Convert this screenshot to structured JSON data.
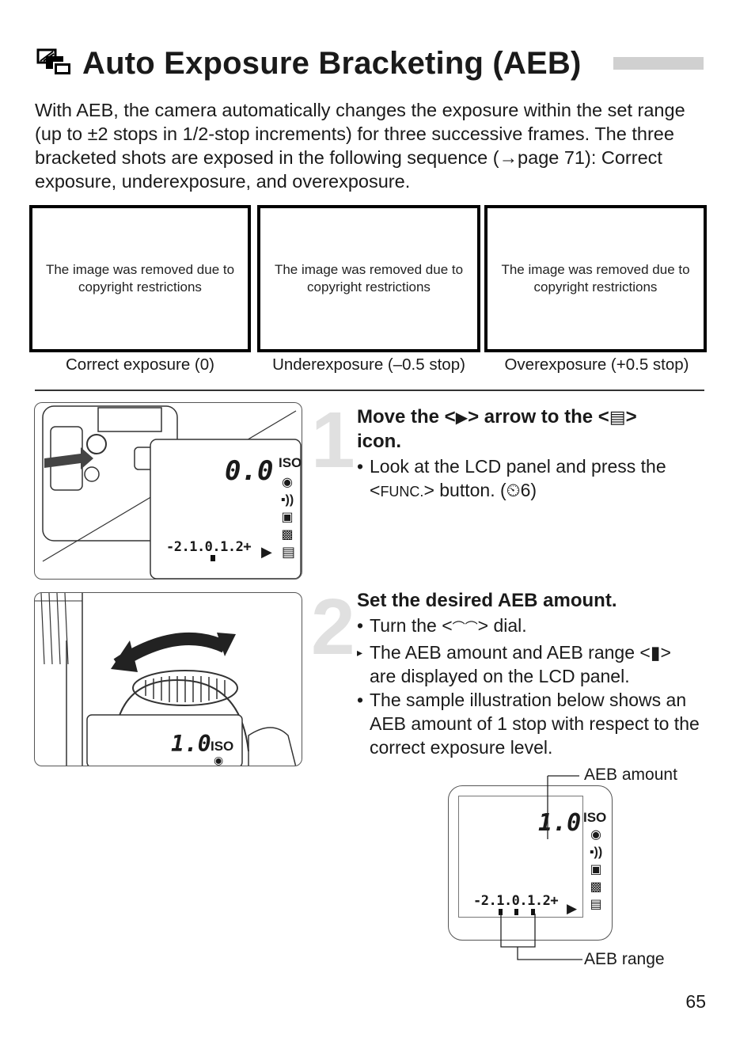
{
  "title": "Auto Exposure Bracketing (AEB)",
  "title_icon": "aeb-icon",
  "intro": "With AEB, the camera automatically changes the exposure within the set range (up to ±2 stops in 1/2-stop increments) for three successive frames. The three bracketed shots are exposed in the following sequence (→page 71): Correct exposure, underexposure, and overexposure.",
  "samples": [
    {
      "placeholder": "The image was removed due to copyright restrictions",
      "caption": "Correct exposure (0)"
    },
    {
      "placeholder": "The image was removed due to copyright restrictions",
      "caption": "Underexposure (–0.5 stop)"
    },
    {
      "placeholder": "The image was removed due to copyright restrictions",
      "caption": "Overexposure (+0.5 stop)"
    }
  ],
  "steps": [
    {
      "number": "1",
      "heading_a": "Move the <",
      "heading_b": "> arrow to the <",
      "heading_c": ">",
      "heading_line2": "icon.",
      "bullet_1a": "Look at the LCD panel and press the",
      "bullet_1b_pre": "<",
      "bullet_1b_func": "FUNC.",
      "bullet_1b_post": "> button. (",
      "bullet_1b_timer": "6",
      "bullet_1b_end": ")",
      "illus_lcd_value": "0.0",
      "illus_iso": "ISO",
      "illus_scale": "-2.1.0.1.2+"
    },
    {
      "number": "2",
      "heading": "Set the desired AEB amount.",
      "bullet_1a": "Turn the <",
      "bullet_1b": "> dial.",
      "bullet_2a": "The AEB amount and AEB range <",
      "bullet_2b": ">",
      "bullet_2c": "are displayed on the LCD panel.",
      "bullet_3": "The sample illustration below shows an AEB amount of 1 stop with respect to the correct exposure level.",
      "illus_lcd_value": "1.0",
      "illus_iso": "ISO"
    }
  ],
  "lcd_figure": {
    "value": "1.0",
    "iso": "ISO",
    "scale": "-2.1.0.1.2+",
    "label_amount": "AEB amount",
    "label_range": "AEB range"
  },
  "page_number": "65"
}
